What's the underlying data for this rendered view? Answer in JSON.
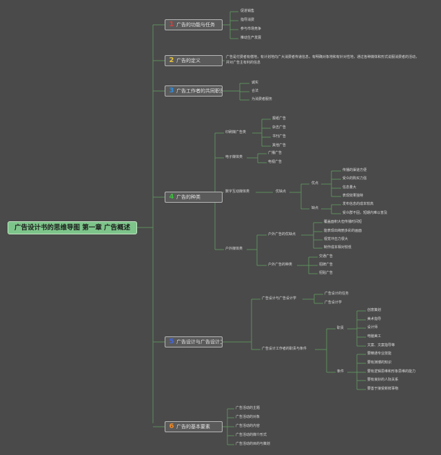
{
  "root": "广告设计书的思维导图 第一章 广告概述",
  "chapters": [
    {
      "num": "1",
      "title": "广告的功能与任务",
      "num_color": "#e03b3b"
    },
    {
      "num": "2",
      "title": "广告的定义",
      "num_color": "#e8c53a"
    },
    {
      "num": "3",
      "title": "广告工作者的共同职责",
      "num_color": "#2f8fe0"
    },
    {
      "num": "4",
      "title": "广告的种类",
      "num_color": "#3dbb3d"
    },
    {
      "num": "5",
      "title": "广告设计与广告设计工作者",
      "num_color": "#4466dd"
    },
    {
      "num": "6",
      "title": "广告的基本要素",
      "num_color": "#f08a25"
    }
  ],
  "c1_items": [
    "促进销售",
    "指导消费",
    "参与市场竞争",
    "推动生产发展"
  ],
  "c2_text_line1": "广告是付费者有偿地，有计划地向广大消费者传递信息，有明确对象地和有针对性地，通过各种媒体和形式说服消费者的活动，",
  "c2_text_line2": "并对广告主有利的信息",
  "c3_items": [
    "诚实",
    "合法",
    "为消费者服务"
  ],
  "c4": {
    "print": {
      "label": "印刷媒广告类",
      "items": [
        "报纸广告",
        "杂志广告",
        "书刊广告",
        "其他广告"
      ]
    },
    "electronic": {
      "label": "电子媒体类",
      "items": [
        "广播广告",
        "电视广告"
      ]
    },
    "digital": {
      "label": "数字互动媒体类",
      "feature": "优缺点",
      "pros": {
        "label": "优点",
        "items": [
          "传播的渠道方便",
          "受众的购买力强",
          "信息量大",
          "表现效果独特"
        ]
      },
      "cons": {
        "label": "缺点",
        "items": [
          "发布信息的成本较高",
          "受众群不固，短期内难以普及"
        ]
      }
    },
    "outdoor": {
      "label": "户外媒体类",
      "feature": {
        "label": "户外广告的优缺点",
        "items": [
          "覆盖面积大但传播时间短",
          "能表现出绚丽多彩的画面",
          "视觉冲击力很大",
          "制作成本相对较低"
        ]
      },
      "kinds": {
        "label": "户外广告的种类",
        "items": [
          "交通广告",
          "招牌广告",
          "招贴广告"
        ]
      }
    }
  },
  "c5": {
    "a": {
      "label": "广告设计与广告设计学",
      "items": [
        "广告设计的任务",
        "广告设计学"
      ]
    },
    "b": {
      "label": "广告设计工作者的职责与条件",
      "duty": {
        "label": "职责",
        "items": [
          "创意策划",
          "美术指导",
          "设计师",
          "电脑美工",
          "文案、文案指导等"
        ]
      },
      "cond": {
        "label": "条件",
        "items": [
          "要精通专业技能",
          "要有渊博的知识",
          "要有逻辑思维和形象思维的能力",
          "要有良好的人际关系",
          "要善于接受新鲜事物"
        ]
      }
    }
  },
  "c6_items": [
    "广告活动的主题",
    "广告活动的对象",
    "广告活动的内容",
    "广告活动的媒介形式",
    "广告活动的目的与策划"
  ]
}
